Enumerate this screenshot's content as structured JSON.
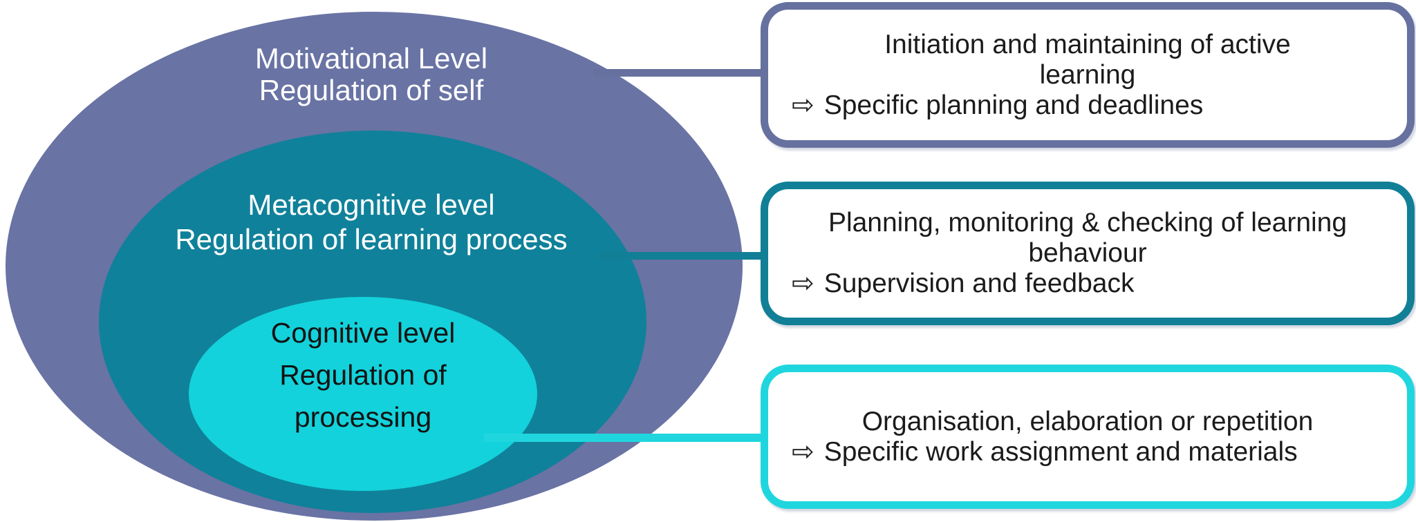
{
  "diagram": {
    "background_color": "#FFFFFF",
    "arrow_glyph": "⇨",
    "levels": [
      {
        "id": "motivational",
        "title_lines": [
          "Motivational Level",
          "Regulation of self"
        ],
        "fill_color": "#6973A4",
        "text_color": "#FFFFFF"
      },
      {
        "id": "metacognitive",
        "title_lines": [
          "Metacognitive level",
          "Regulation of learning process"
        ],
        "fill_color": "#10819A",
        "text_color": "#FFFFFF"
      },
      {
        "id": "cognitive",
        "title_lines": [
          "Cognitive level",
          "Regulation of",
          "processing"
        ],
        "fill_color": "#13D2DB",
        "text_color": "#131313"
      }
    ],
    "callouts": [
      {
        "id": "motivational",
        "heading_lines": [
          "Initiation and maintaining of active",
          "learning"
        ],
        "arrow_line": "Specific planning and deadlines",
        "border_color": "#67719F"
      },
      {
        "id": "metacognitive",
        "heading_lines": [
          "Planning, monitoring & checking of learning",
          "behaviour"
        ],
        "arrow_line": "Supervision and feedback",
        "border_color": "#117F96"
      },
      {
        "id": "cognitive",
        "heading_lines": [
          "Organisation, elaboration or repetition"
        ],
        "arrow_line": "Specific work assignment and materials",
        "border_color": "#20D6DE"
      }
    ]
  }
}
